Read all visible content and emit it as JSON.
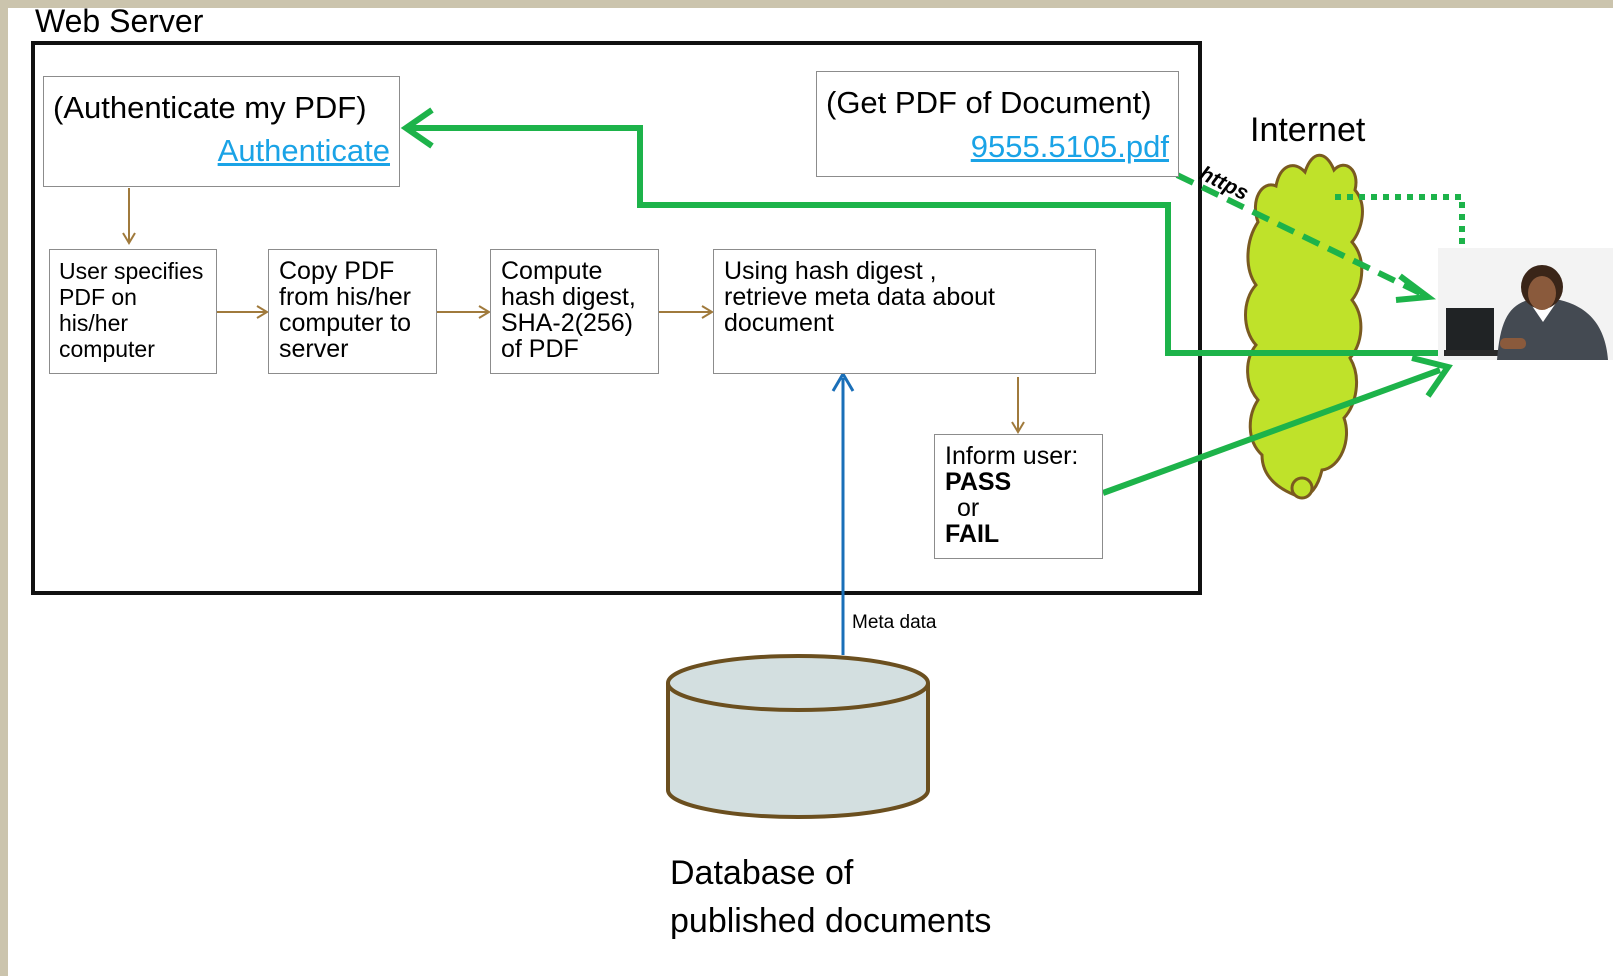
{
  "server": {
    "title": "Web Server"
  },
  "auth_box": {
    "title": "(Authenticate my PDF)",
    "link": "Authenticate "
  },
  "get_box": {
    "title": "(Get PDF of Document)",
    "link": "9555.5105.pdf"
  },
  "steps": [
    {
      "lines": [
        "User specifies",
        "PDF on",
        "his/her",
        "computer"
      ]
    },
    {
      "lines": [
        "Copy PDF",
        "from his/her",
        "computer to",
        "server"
      ]
    },
    {
      "lines": [
        "Compute",
        "hash digest,",
        "SHA-2(256)",
        "of PDF"
      ]
    },
    {
      "lines": [
        "Using hash digest ,",
        "retrieve meta data about",
        "document"
      ]
    }
  ],
  "inform": {
    "line1": "Inform user:",
    "pass": "PASS",
    "or": "or",
    "fail": "FAIL"
  },
  "internet": {
    "label": "Internet",
    "https": "https"
  },
  "meta_label": "Meta data",
  "database": {
    "line1": "Database of",
    "line2": "published documents"
  },
  "colors": {
    "green": "#1db34a",
    "blue": "#1a6fb8",
    "brown": "#a07a3c",
    "cloud": "#bfe22a"
  }
}
